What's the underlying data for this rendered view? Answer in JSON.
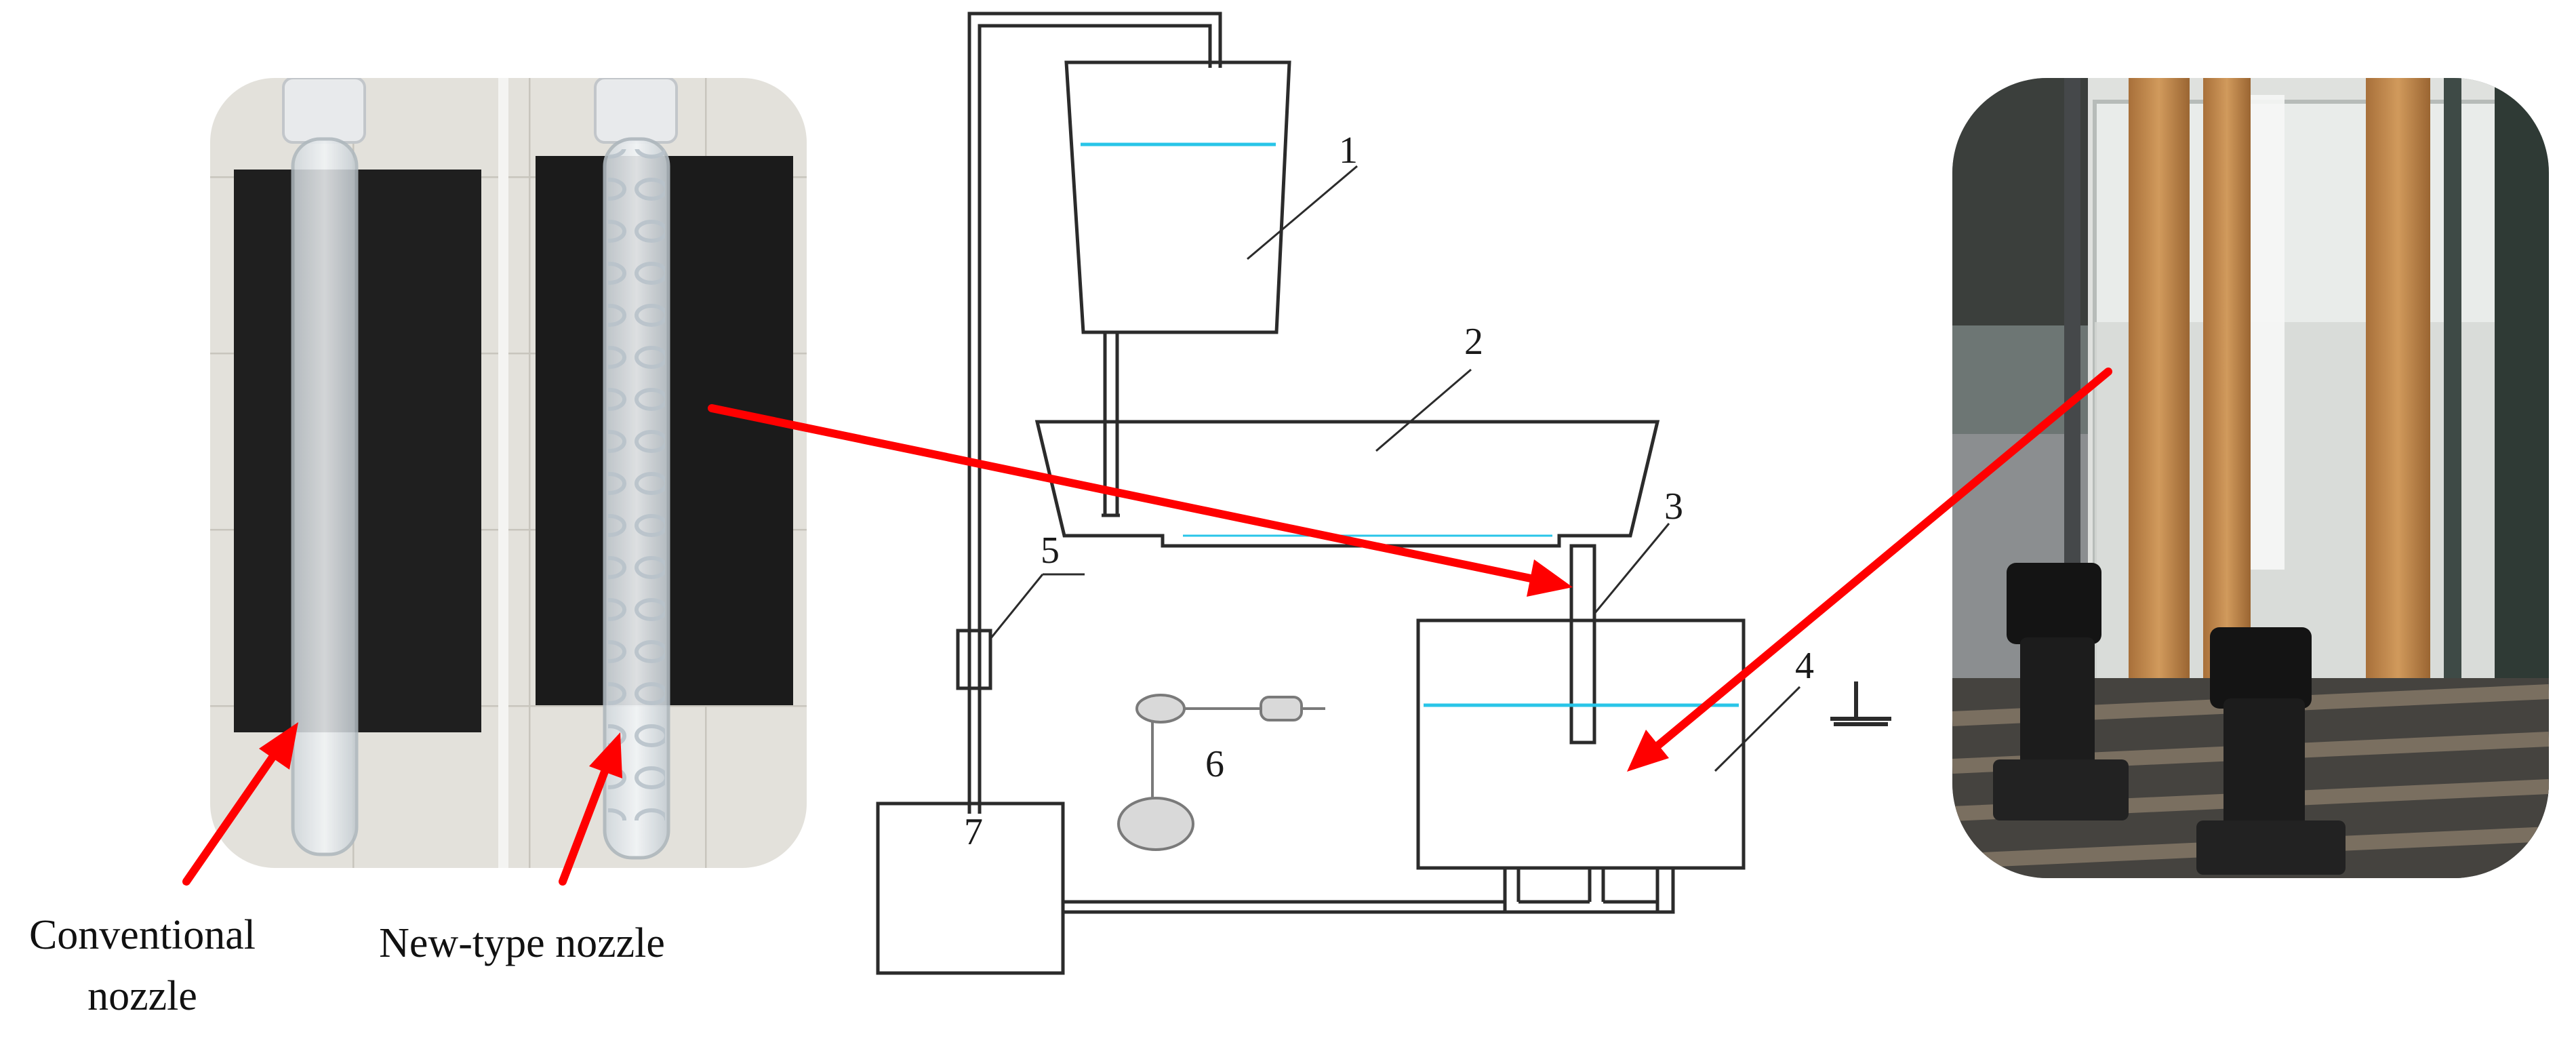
{
  "colors": {
    "arrow": "#ff0000",
    "water_line": "#29c5e8",
    "line": "#2b2b2b",
    "tile_floor": "#e6e4de",
    "black_board": "#1e1e1e"
  },
  "photos": {
    "nozzle_photo": {
      "icon": "nozzle-photo"
    },
    "lab_photo": {
      "icon": "lab-setup-photo"
    }
  },
  "captions": {
    "conventional_nozzle": "Conventional\nnozzle",
    "new_type_nozzle": "New-type nozzle"
  },
  "schematic": {
    "component_labels": [
      "1",
      "2",
      "3",
      "4",
      "5",
      "6",
      "7"
    ]
  }
}
